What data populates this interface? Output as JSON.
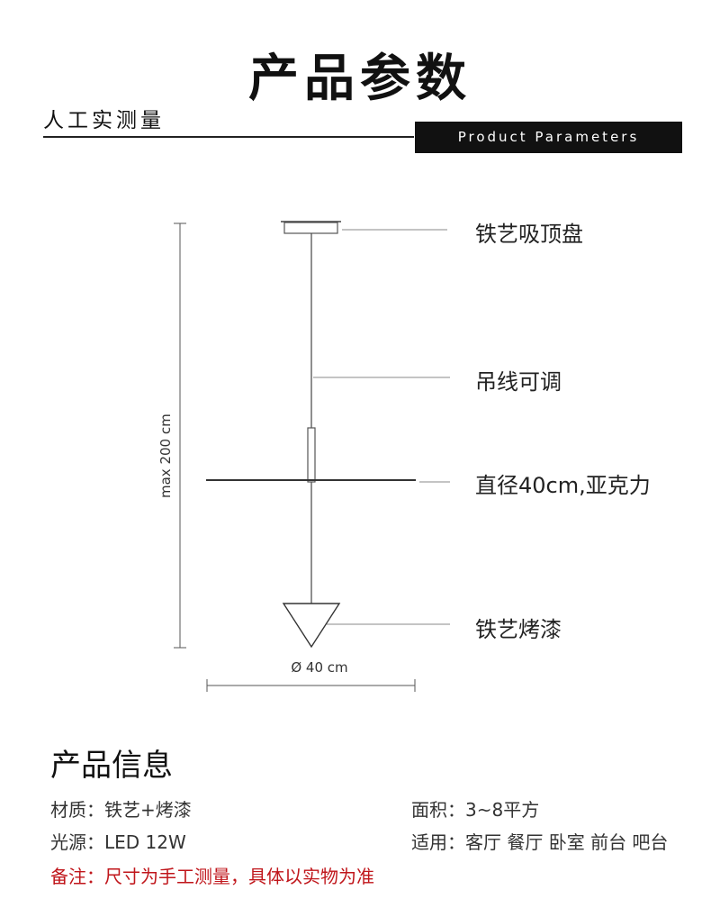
{
  "header": {
    "title": "产品参数",
    "subtitle": "人工实测量",
    "english_bar": "Product Parameters"
  },
  "diagram": {
    "labels": [
      "铁艺吸顶盘",
      "吊线可调",
      "直径40cm,亚克力",
      "铁艺烤漆"
    ],
    "height_dimension": "max 200 cm",
    "width_dimension": "Ø 40 cm"
  },
  "info": {
    "section_title": "产品信息",
    "material": "材质：铁艺+烤漆",
    "area": "面积：3~8平方",
    "light_source": "光源：LED 12W",
    "usage": "适用：客厅 餐厅 卧室 前台 吧台",
    "note": "备注：尺寸为手工测量，具体以实物为准"
  },
  "colors": {
    "note_red": "#c0161b",
    "bar_black": "#111111"
  }
}
